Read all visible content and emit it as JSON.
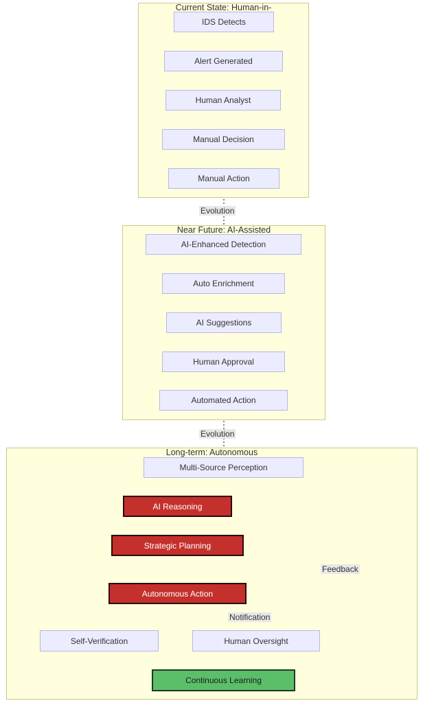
{
  "clusters": {
    "current": {
      "title": "Current State: Human-in-"
    },
    "near": {
      "title": "Near Future: AI-Assisted"
    },
    "long": {
      "title": "Long-term: Autonomous"
    }
  },
  "nodes": {
    "ids_detects": "IDS Detects",
    "alert_generated": "Alert Generated",
    "human_analyst": "Human Analyst",
    "manual_decision": "Manual Decision",
    "manual_action": "Manual Action",
    "ai_enhanced_detection": "AI-Enhanced Detection",
    "auto_enrichment": "Auto Enrichment",
    "ai_suggestions": "AI Suggestions",
    "human_approval": "Human Approval",
    "automated_action": "Automated Action",
    "multi_source_perception": "Multi-Source Perception",
    "ai_reasoning": "AI Reasoning",
    "strategic_planning": "Strategic Planning",
    "autonomous_action": "Autonomous Action",
    "self_verification": "Self-Verification",
    "human_oversight": "Human Oversight",
    "continuous_learning": "Continuous Learning"
  },
  "edge_labels": {
    "evolution_1": "Evolution",
    "evolution_2": "Evolution",
    "notification": "Notification",
    "feedback": "Feedback"
  },
  "colors": {
    "cluster_fill": "#ffffde",
    "node_fill": "#ececff",
    "highlight_red": "#c4302b",
    "highlight_green": "#5bbf6a"
  }
}
